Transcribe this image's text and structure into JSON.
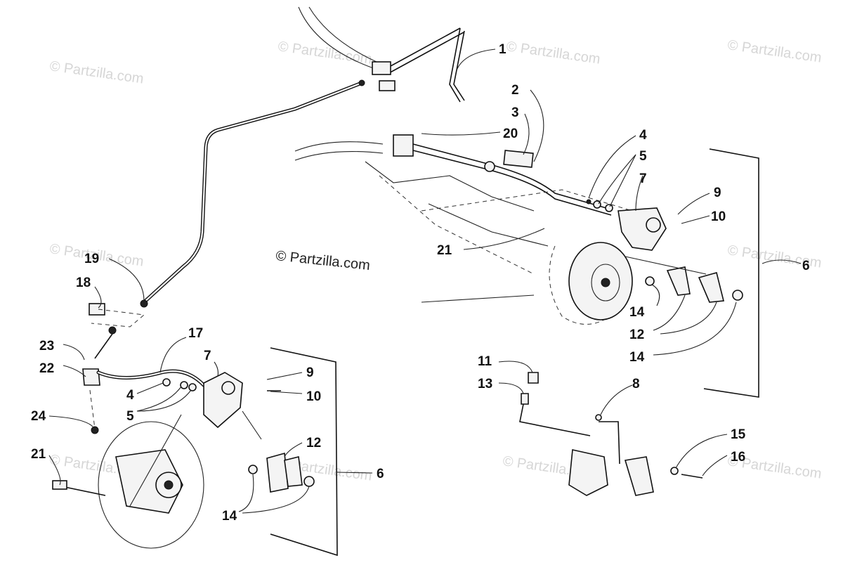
{
  "watermarks": {
    "center": "© Partzilla.com",
    "faint": "© Partzilla.com"
  },
  "callouts": {
    "rear": {
      "c1": "1",
      "c2": "2",
      "c3": "3",
      "c20": "20",
      "c4": "4",
      "c5": "5",
      "c7": "7",
      "c9": "9",
      "c10": "10",
      "c21": "21",
      "c6": "6",
      "c14a": "14",
      "c12": "12",
      "c14b": "14"
    },
    "front": {
      "c19": "19",
      "c18": "18",
      "c23": "23",
      "c22": "22",
      "c17": "17",
      "c7": "7",
      "c9": "9",
      "c10": "10",
      "c4": "4",
      "c5": "5",
      "c24": "24",
      "c21": "21",
      "c12": "12",
      "c6": "6",
      "c14": "14"
    },
    "detail": {
      "c11": "11",
      "c13": "13",
      "c8": "8",
      "c15": "15",
      "c16": "16"
    }
  }
}
